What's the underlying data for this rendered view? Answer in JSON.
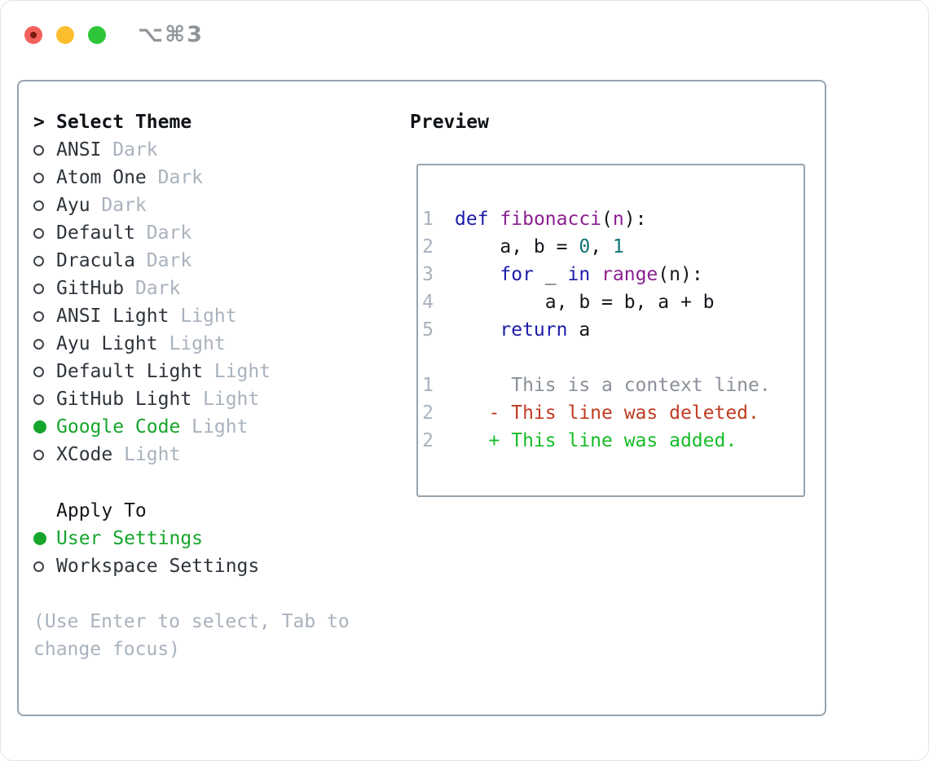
{
  "window": {
    "hotkey": "⌥⌘3",
    "traffic_lights": [
      "close",
      "minimize",
      "zoom"
    ]
  },
  "theme_panel": {
    "prompt": ">",
    "title": "Select Theme",
    "themes": [
      {
        "name": "ANSI",
        "variant": "Dark",
        "selected": false
      },
      {
        "name": "Atom One",
        "variant": "Dark",
        "selected": false
      },
      {
        "name": "Ayu",
        "variant": "Dark",
        "selected": false
      },
      {
        "name": "Default",
        "variant": "Dark",
        "selected": false
      },
      {
        "name": "Dracula",
        "variant": "Dark",
        "selected": false
      },
      {
        "name": "GitHub",
        "variant": "Dark",
        "selected": false
      },
      {
        "name": "ANSI Light",
        "variant": "Light",
        "selected": false
      },
      {
        "name": "Ayu Light",
        "variant": "Light",
        "selected": false
      },
      {
        "name": "Default Light",
        "variant": "Light",
        "selected": false
      },
      {
        "name": "GitHub Light",
        "variant": "Light",
        "selected": false
      },
      {
        "name": "Google Code",
        "variant": "Light",
        "selected": true
      },
      {
        "name": "XCode",
        "variant": "Light",
        "selected": false
      }
    ],
    "apply_to": {
      "title": "Apply To",
      "options": [
        {
          "label": "User Settings",
          "selected": true
        },
        {
          "label": "Workspace Settings",
          "selected": false
        }
      ]
    },
    "hint": "(Use Enter to select, Tab to change focus)",
    "selection_color": "#16a52b"
  },
  "preview": {
    "title": "Preview",
    "colors": {
      "keyword": "#1c1caa",
      "name": "#8a2090",
      "literal": "#0e7474",
      "plain": "#14171b",
      "context": "#8a9099",
      "deleted": "#c23b22",
      "added": "#17bc27",
      "lineno": "#a9b2bd"
    },
    "code_lines": [
      {
        "num": "1",
        "parts": [
          {
            "t": "def",
            "c": "keyword"
          },
          {
            "t": " ",
            "c": "plain"
          },
          {
            "t": "fibonacci",
            "c": "name"
          },
          {
            "t": "(",
            "c": "plain"
          },
          {
            "t": "n",
            "c": "name"
          },
          {
            "t": "):",
            "c": "plain"
          }
        ]
      },
      {
        "num": "2",
        "parts": [
          {
            "t": "    a, b = ",
            "c": "plain"
          },
          {
            "t": "0",
            "c": "literal"
          },
          {
            "t": ", ",
            "c": "plain"
          },
          {
            "t": "1",
            "c": "literal"
          }
        ]
      },
      {
        "num": "3",
        "parts": [
          {
            "t": "    ",
            "c": "plain"
          },
          {
            "t": "for",
            "c": "keyword"
          },
          {
            "t": " _ ",
            "c": "plain"
          },
          {
            "t": "in",
            "c": "keyword"
          },
          {
            "t": " ",
            "c": "plain"
          },
          {
            "t": "range",
            "c": "name"
          },
          {
            "t": "(n):",
            "c": "plain"
          }
        ]
      },
      {
        "num": "4",
        "parts": [
          {
            "t": "        a, b = b, a + b",
            "c": "plain"
          }
        ]
      },
      {
        "num": "5",
        "parts": [
          {
            "t": "    ",
            "c": "plain"
          },
          {
            "t": "return",
            "c": "keyword"
          },
          {
            "t": " a",
            "c": "plain"
          }
        ]
      },
      {
        "num": "",
        "parts": []
      },
      {
        "num": "1",
        "parts": [
          {
            "t": "     This is a context line.",
            "c": "context"
          }
        ]
      },
      {
        "num": "2",
        "parts": [
          {
            "t": "   - This line was deleted.",
            "c": "deleted"
          }
        ]
      },
      {
        "num": "2",
        "parts": [
          {
            "t": "   + This line was added.",
            "c": "added"
          }
        ]
      }
    ]
  }
}
